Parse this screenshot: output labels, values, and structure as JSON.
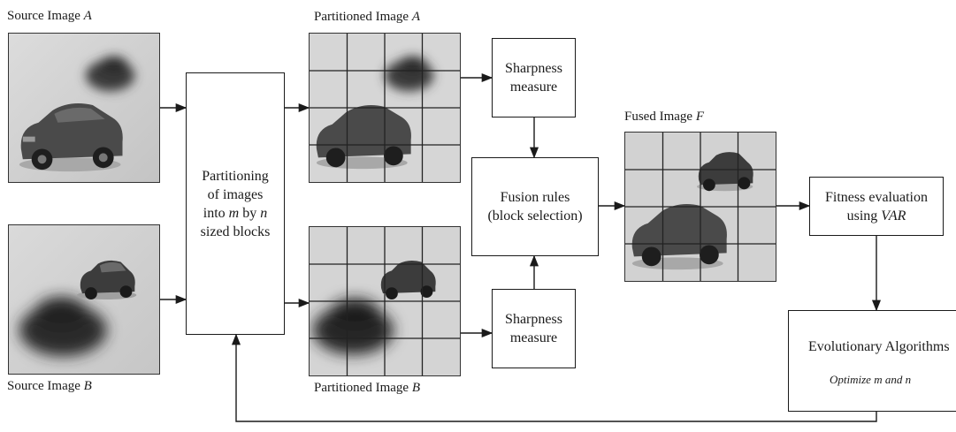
{
  "source_a": {
    "prefix": "Source Image ",
    "var": "A"
  },
  "source_b": {
    "prefix": "Source Image ",
    "var": "B"
  },
  "partitioned_a": {
    "prefix": "Partitioned Image ",
    "var": "A"
  },
  "partitioned_b": {
    "prefix": "Partitioned Image ",
    "var": "B"
  },
  "fused": {
    "prefix": "Fused Image ",
    "var": "F"
  },
  "partitioning": {
    "line1": "Partitioning",
    "line2": "of images",
    "line3_a": "into ",
    "line3_m": "m",
    "line3_b": " by ",
    "line3_n": "n",
    "line4": "sized blocks"
  },
  "sharpness_top": {
    "line1": "Sharpness",
    "line2": "measure"
  },
  "sharpness_bottom": {
    "line1": "Sharpness",
    "line2": "measure"
  },
  "fusion_rules": {
    "line1": "Fusion rules",
    "line2": "(block selection)"
  },
  "fitness": {
    "line1": "Fitness evaluation",
    "line2_a": "using ",
    "line2_var": "VAR"
  },
  "evolutionary": {
    "title": "Evolutionary Algorithms",
    "subtitle": "Optimize m and n"
  }
}
